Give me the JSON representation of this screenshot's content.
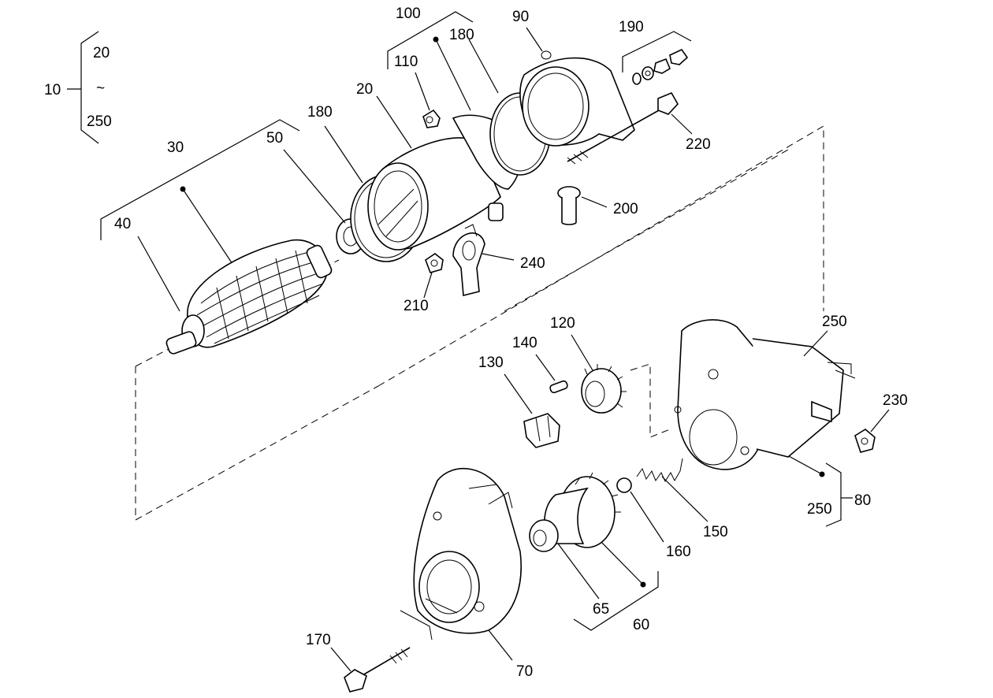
{
  "callouts": {
    "c10": "10",
    "c20_range": "20",
    "tilde": "~",
    "c250_range": "250",
    "c100": "100",
    "c90": "90",
    "c190": "190",
    "c180_top": "180",
    "c110": "110",
    "c20": "20",
    "c180_left": "180",
    "c30": "30",
    "c50": "50",
    "c40": "40",
    "c220": "220",
    "c200": "200",
    "c240": "240",
    "c210": "210",
    "c250_top": "250",
    "c120": "120",
    "c140": "140",
    "c130": "130",
    "c230": "230",
    "c80": "80",
    "c250_bottom": "250",
    "c150": "150",
    "c160": "160",
    "c65": "65",
    "c60": "60",
    "c170": "170",
    "c70": "70"
  }
}
